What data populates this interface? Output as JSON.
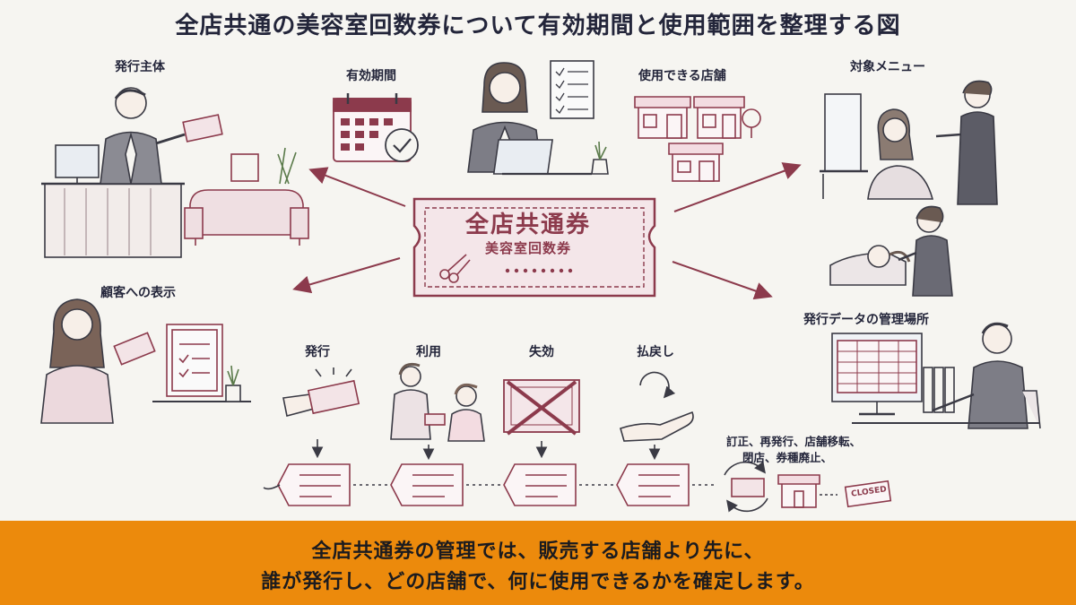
{
  "title": "全店共通の美容室回数券について有効期間と使用範囲を整理する図",
  "labels": {
    "issuer": "発行主体",
    "validity": "有効期間",
    "stores": "使用できる店舗",
    "menu": "対象メニュー",
    "customer_display": "顧客への表示",
    "data_location": "発行データの管理場所",
    "issue": "発行",
    "use": "利用",
    "expire": "失効",
    "refund": "払戻し"
  },
  "ticket": {
    "main": "全店共通券",
    "sub": "美容室回数券"
  },
  "events_note": {
    "line1": "訂正、再発行、店舗移転、",
    "line2": "閉店、券種廃止、"
  },
  "closed_sign": "CLOSED",
  "footer": {
    "line1": "全店共通券の管理では、販売する店舗より先に、",
    "line2": "誰が発行し、どの店舗で、何に使用できるかを確定します。"
  },
  "colors": {
    "accent": "#8c3a4c",
    "ink": "#23253a",
    "footer_bg": "#ec8a0c",
    "background": "#f6f5f1"
  }
}
